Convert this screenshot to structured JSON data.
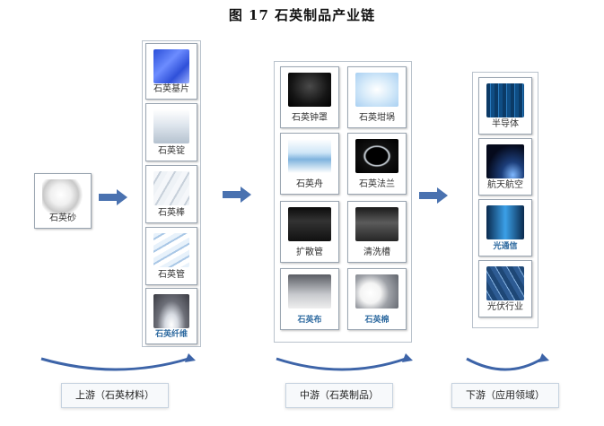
{
  "title": "图 17 石英制品产业链",
  "upstream_raw": {
    "label": "石英砂"
  },
  "upstream_products": [
    {
      "label": "石英基片",
      "style": "normal"
    },
    {
      "label": "石英锭",
      "style": "normal"
    },
    {
      "label": "石英棒",
      "style": "normal"
    },
    {
      "label": "石英管",
      "style": "normal"
    },
    {
      "label": "石英纤维",
      "style": "blue"
    }
  ],
  "midstream_products": [
    {
      "label": "石英钟罩",
      "style": "normal"
    },
    {
      "label": "石英坩埚",
      "style": "normal"
    },
    {
      "label": "石英舟",
      "style": "normal"
    },
    {
      "label": "石英法兰",
      "style": "normal"
    },
    {
      "label": "扩散管",
      "style": "normal"
    },
    {
      "label": "清洗槽",
      "style": "normal"
    },
    {
      "label": "石英布",
      "style": "blue"
    },
    {
      "label": "石英棉",
      "style": "blue"
    }
  ],
  "downstream_fields": [
    {
      "label": "半导体",
      "style": "normal"
    },
    {
      "label": "航天航空",
      "style": "normal"
    },
    {
      "label": "光通信",
      "style": "blue"
    },
    {
      "label": "光伏行业",
      "style": "normal"
    }
  ],
  "stages": {
    "upstream": "上游（石英材料）",
    "midstream": "中游（石英制品）",
    "downstream": "下游（应用领域）"
  },
  "colors": {
    "arrow": "#4a72b0",
    "curve": "#3d64a8",
    "blue_label": "#2e6aa0"
  }
}
